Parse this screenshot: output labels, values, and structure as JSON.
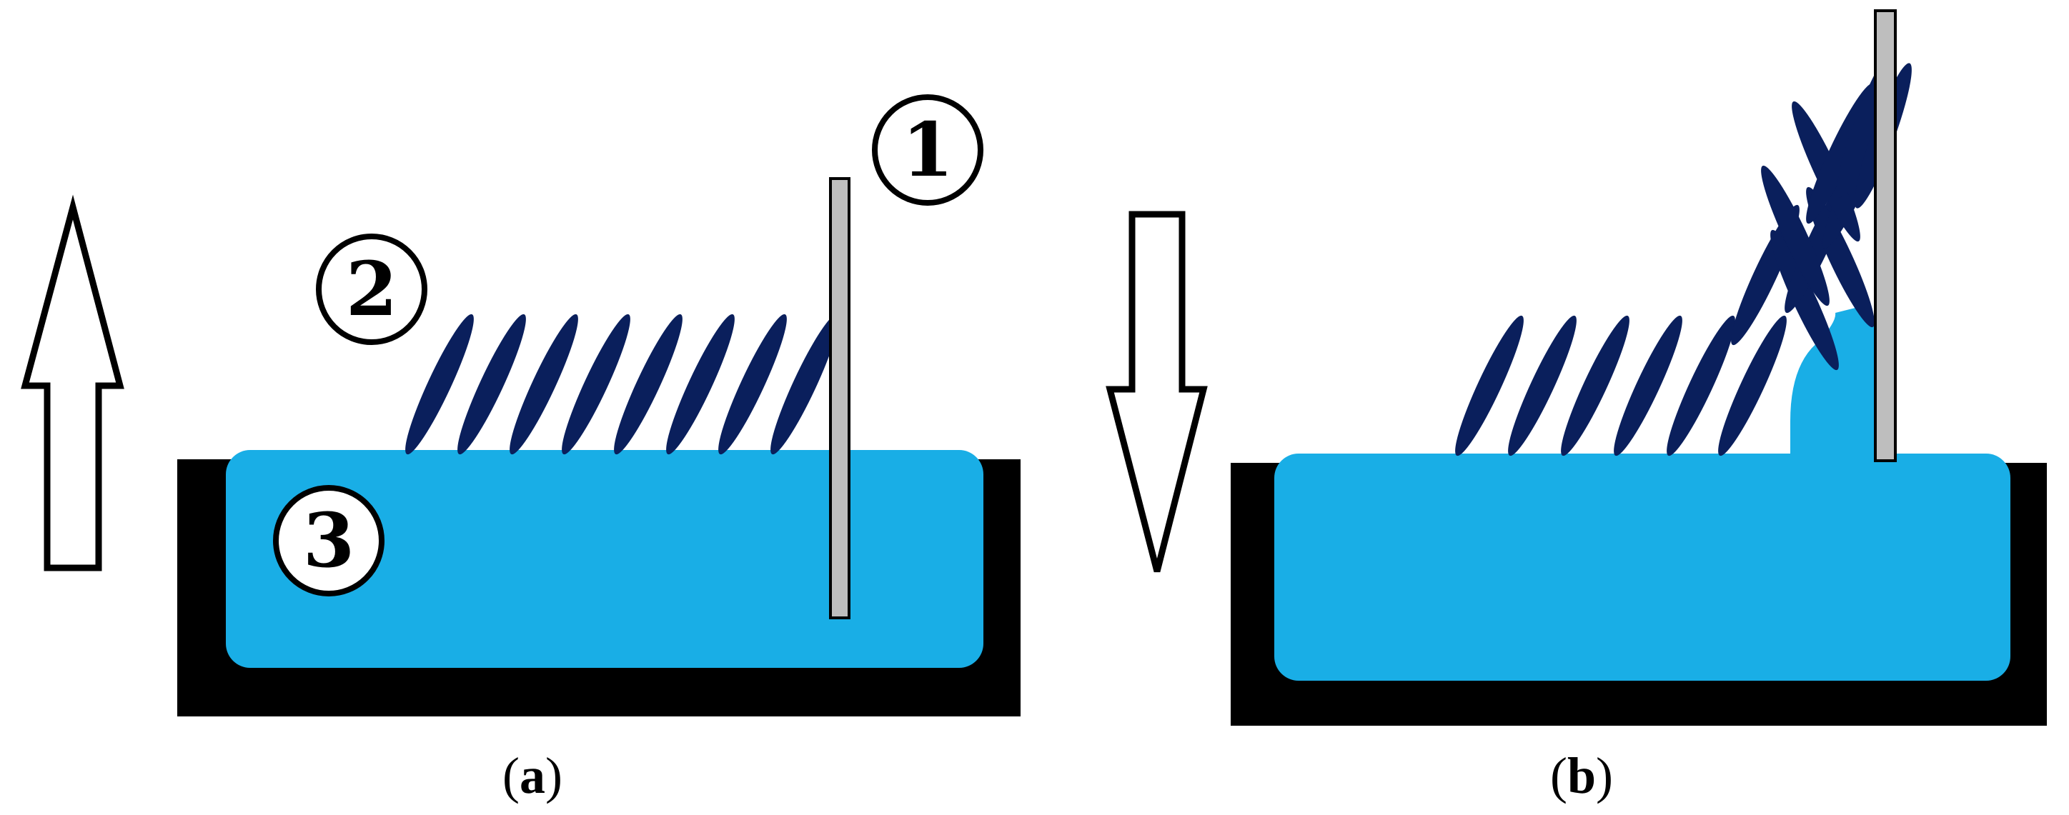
{
  "panels": [
    {
      "id": "a",
      "caption": {
        "open": "(",
        "letter": "a",
        "close": ")"
      },
      "direction": "up",
      "callouts": {
        "substrate": "1",
        "monolayer": "2",
        "subphase": "3"
      },
      "molecule_count": 8
    },
    {
      "id": "b",
      "caption": {
        "open": "(",
        "letter": "b",
        "close": ")"
      },
      "direction": "down",
      "molecule_count": 6,
      "deposited_molecule_count": 10
    }
  ],
  "colors": {
    "background": "#ffffff",
    "trough": "#000000",
    "water": "#19aee6",
    "molecule": "#0a1f5c",
    "substrate": "#bebebe",
    "outline": "#000000",
    "arrow_fill": "#ffffff"
  }
}
